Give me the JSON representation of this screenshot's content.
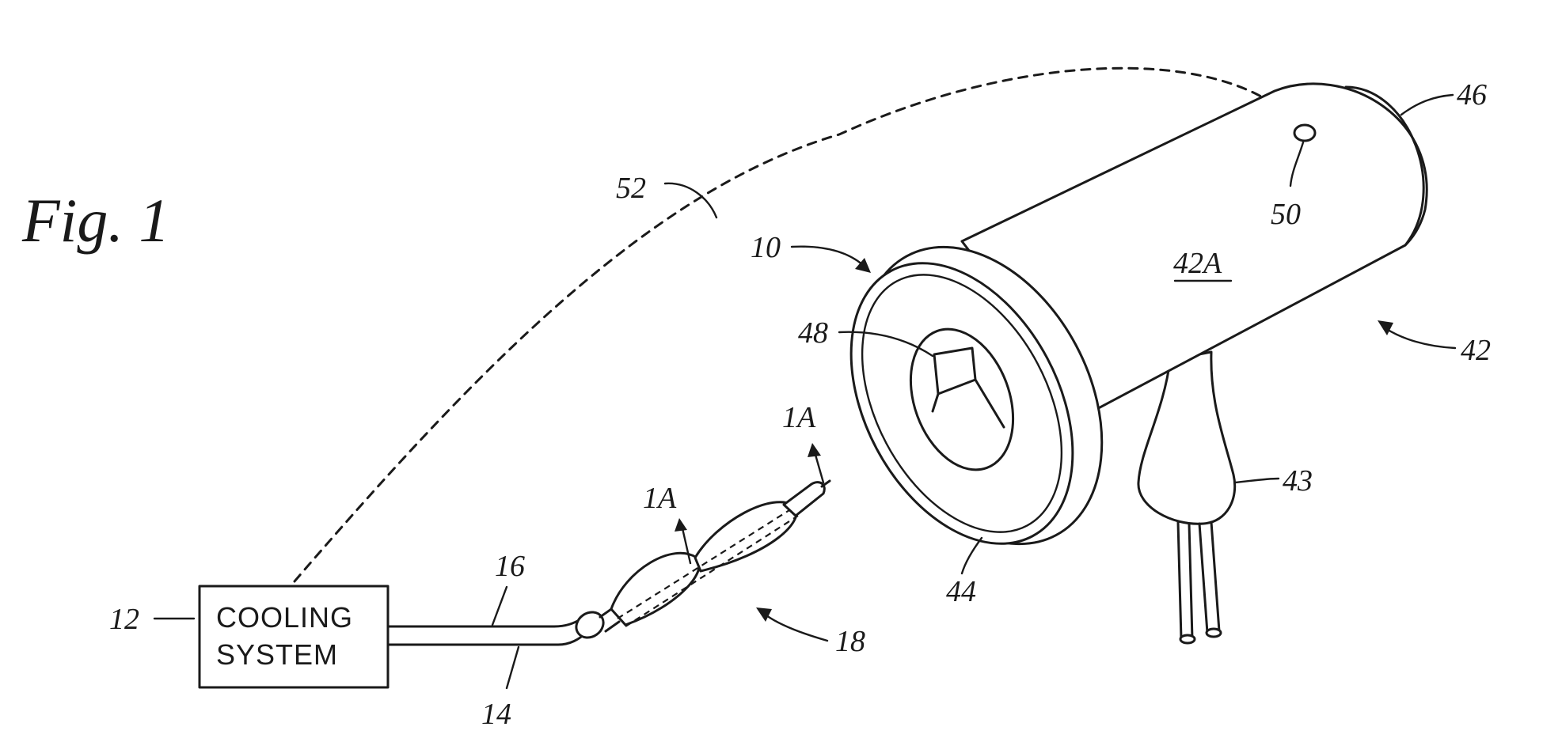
{
  "figure": {
    "title": "Fig. 1",
    "box_text": {
      "line1": "COOLING",
      "line2": "SYSTEM"
    },
    "labels": {
      "l10": "10",
      "l12": "12",
      "l14": "14",
      "l16": "16",
      "l18": "18",
      "l42": "42",
      "l42A": "42A",
      "l43": "43",
      "l44": "44",
      "l46": "46",
      "l48": "48",
      "l50": "50",
      "l52": "52",
      "l1A_top": "1A",
      "l1A_mid": "1A"
    }
  }
}
